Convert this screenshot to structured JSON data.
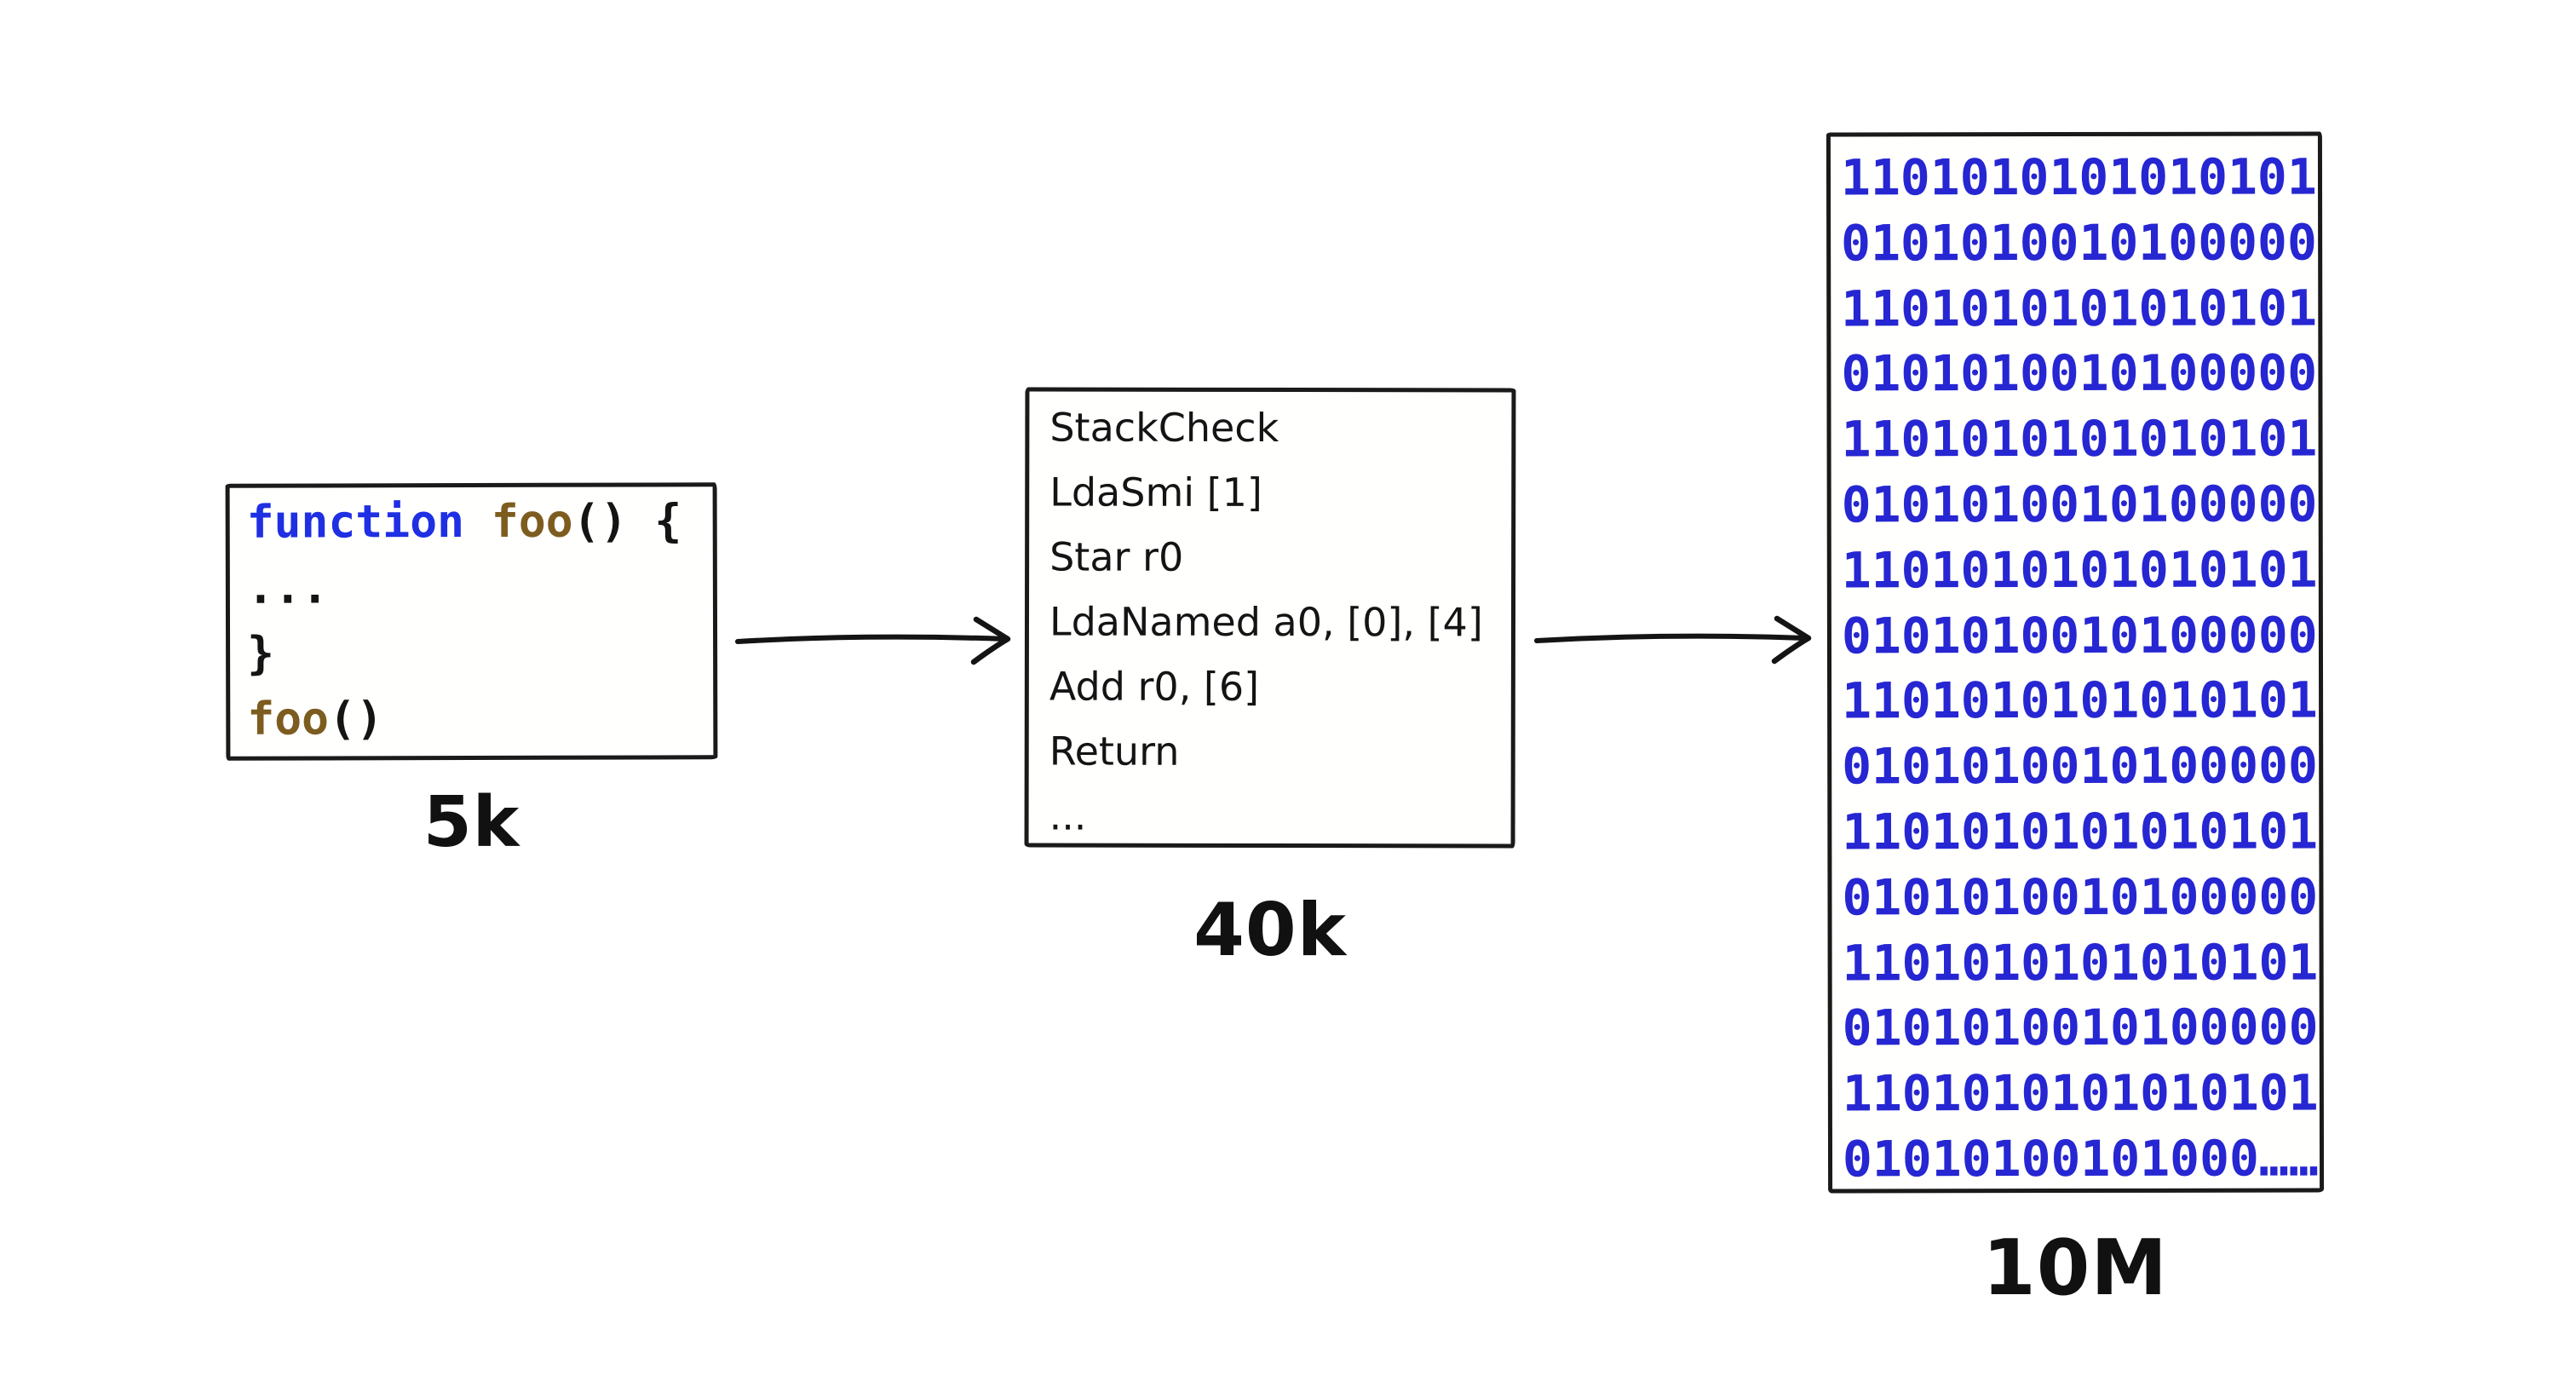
{
  "pipeline": {
    "colors": {
      "keyword": "#1f2fe3",
      "name": "#7d5c1f",
      "plain": "#141414",
      "binary": "#2626d2",
      "ink": "#141414"
    },
    "source_box": {
      "label": "5k",
      "code_lines": [
        [
          {
            "t": "function ",
            "c": "keyword"
          },
          {
            "t": "foo",
            "c": "name"
          },
          {
            "t": "() {",
            "c": "plain"
          }
        ],
        [
          {
            "t": "...",
            "c": "plain"
          }
        ],
        [
          {
            "t": "}",
            "c": "plain"
          }
        ],
        [
          {
            "t": "foo",
            "c": "name"
          },
          {
            "t": "()",
            "c": "plain"
          }
        ]
      ]
    },
    "bytecode_box": {
      "label": "40k",
      "lines": [
        "StackCheck",
        "LdaSmi [1]",
        "Star r0",
        "LdaNamed a0, [0], [4]",
        "Add r0, [6]",
        "Return",
        "..."
      ]
    },
    "machine_box": {
      "label": "10M",
      "lines": [
        "1101010101010101",
        "0101010010100000",
        "1101010101010101",
        "0101010010100000",
        "1101010101010101",
        "0101010010100000",
        "1101010101010101",
        "0101010010100000",
        "1101010101010101",
        "0101010010100000",
        "1101010101010101",
        "0101010010100000",
        "1101010101010101",
        "0101010010100000",
        "1101010101010101",
        "01010100101000……"
      ]
    }
  }
}
